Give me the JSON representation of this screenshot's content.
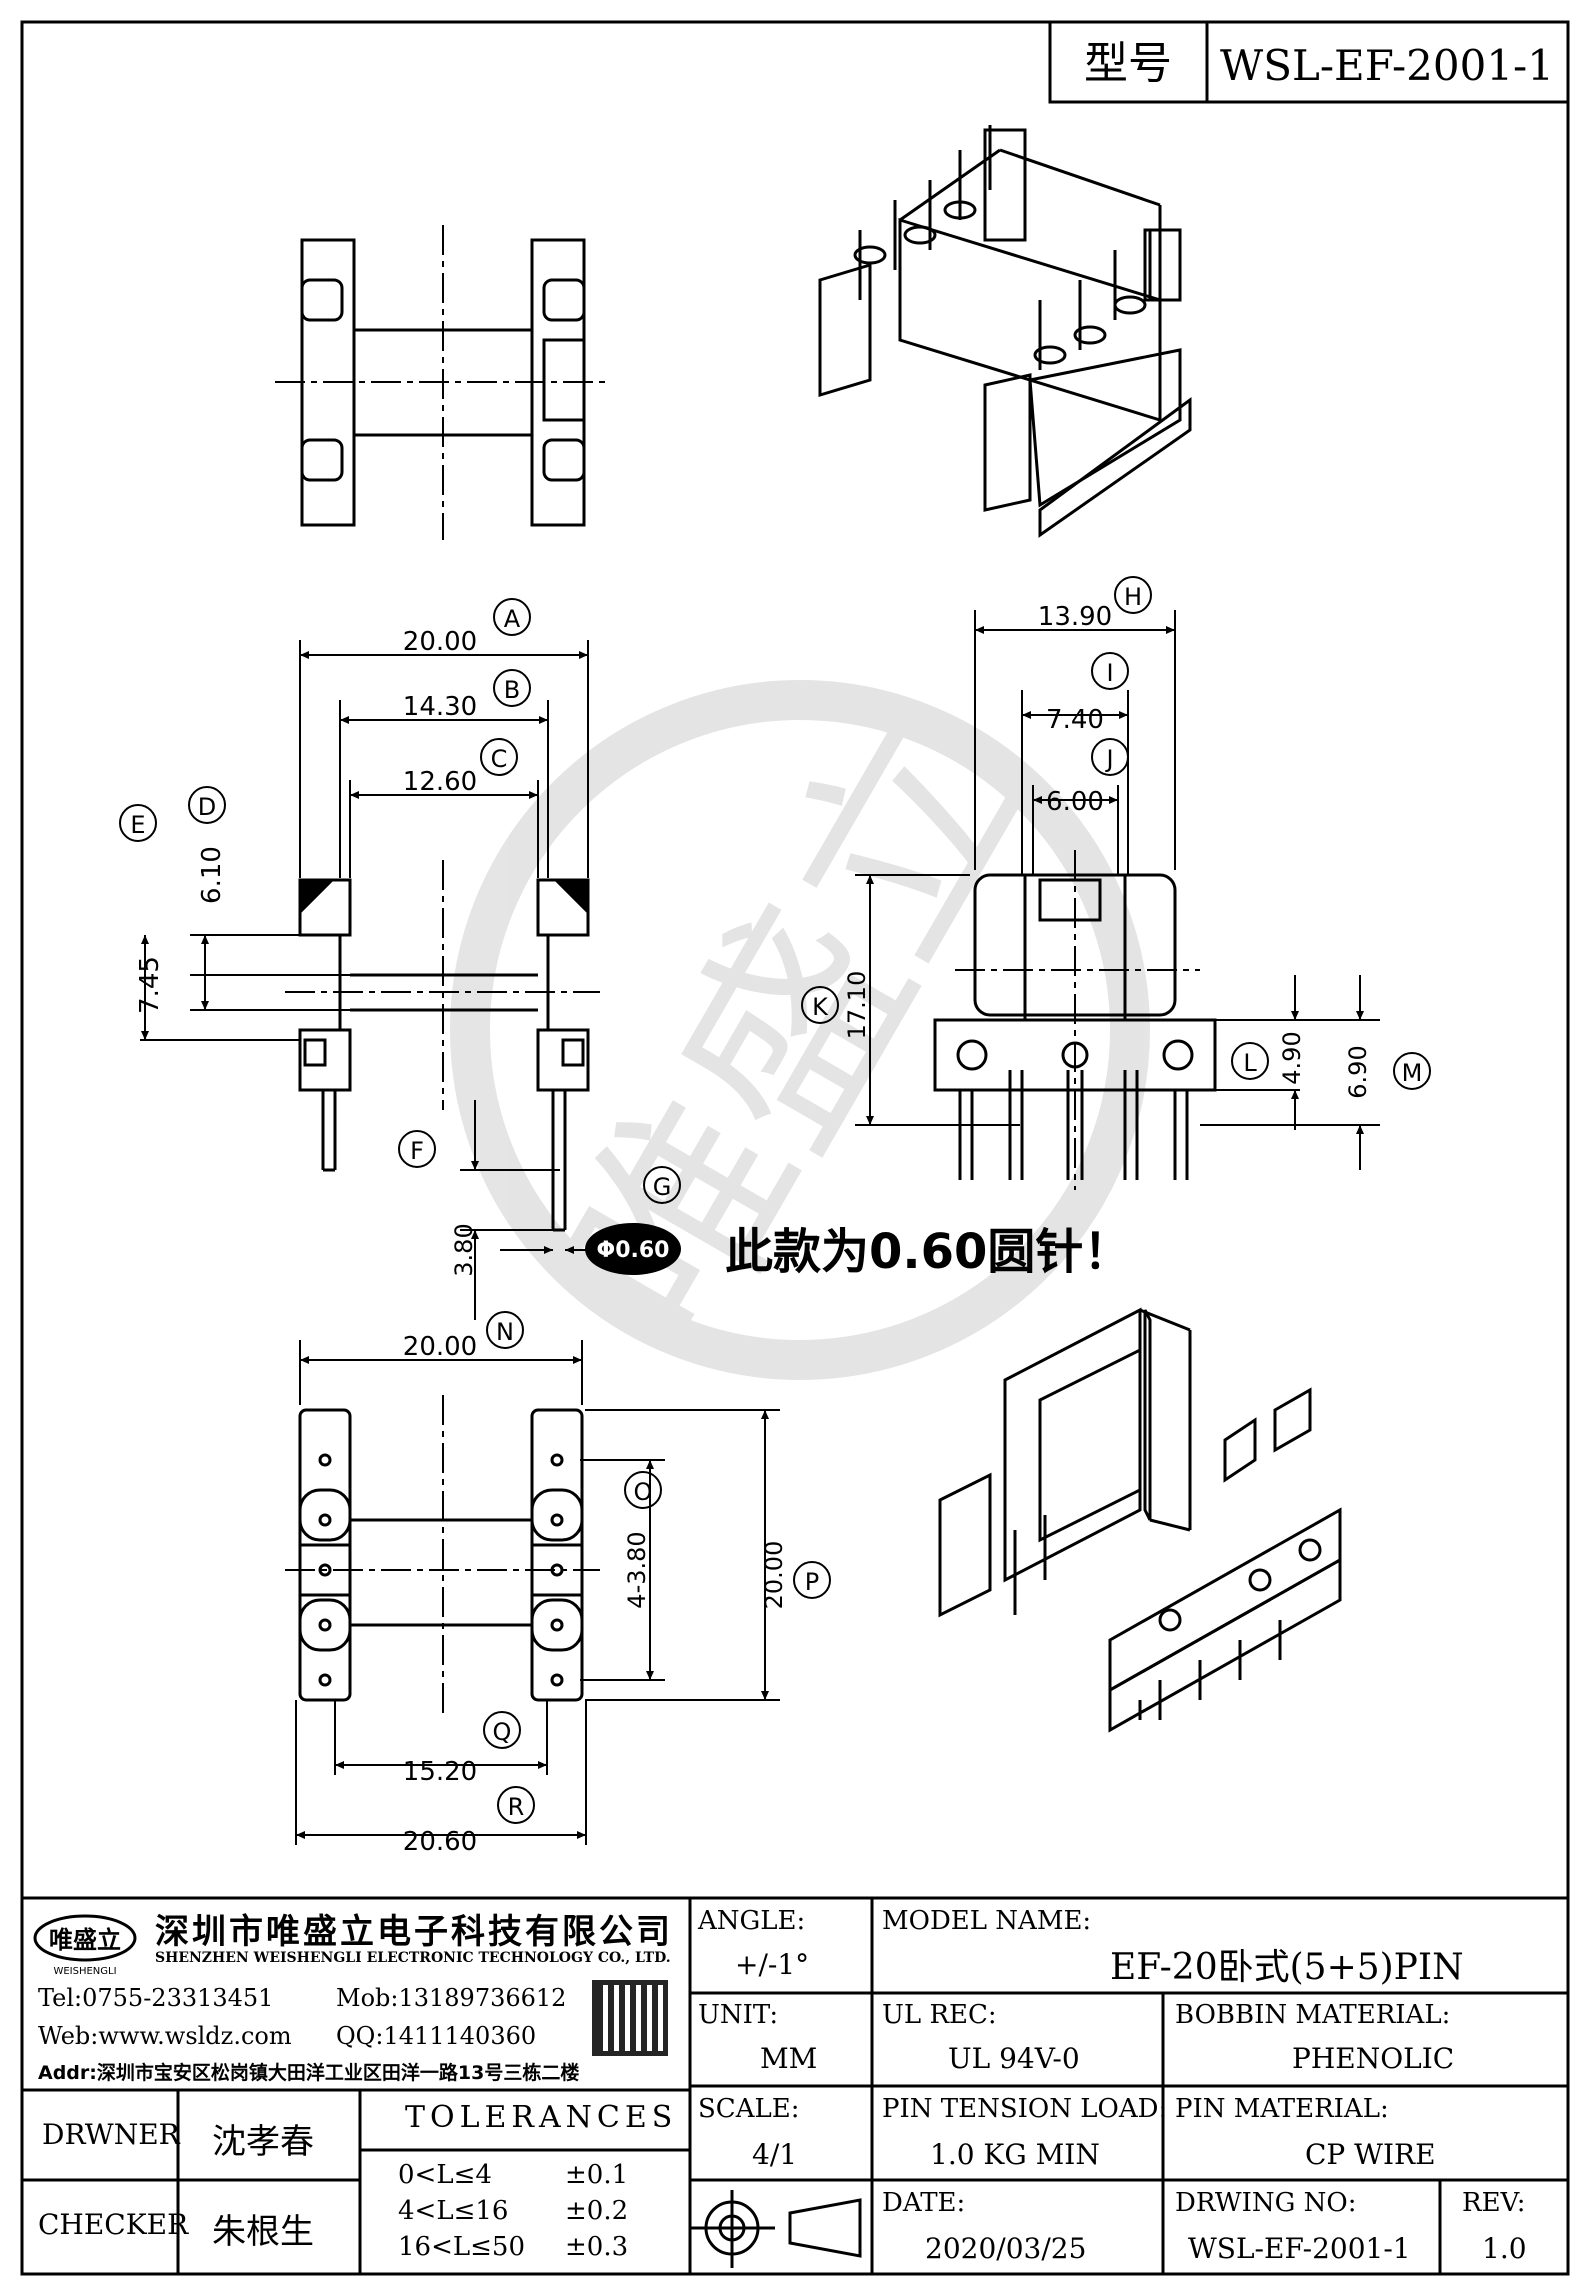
{
  "header": {
    "type_label": "型号",
    "part_no": "WSL-EF-2001-1"
  },
  "dims": {
    "A": {
      "tag": "A",
      "value": "20.00"
    },
    "B": {
      "tag": "B",
      "value": "14.30"
    },
    "C": {
      "tag": "C",
      "value": "12.60"
    },
    "D": {
      "tag": "D",
      "value": "6.10"
    },
    "E": {
      "tag": "E",
      "value": "7.45"
    },
    "F": {
      "tag": "F",
      "value": "3.80"
    },
    "G": {
      "tag": "G",
      "value": "Φ0.60"
    },
    "H": {
      "tag": "H",
      "value": "13.90"
    },
    "I": {
      "tag": "I",
      "value": "7.40"
    },
    "J": {
      "tag": "J",
      "value": "6.00"
    },
    "K": {
      "tag": "K",
      "value": "17.10"
    },
    "L": {
      "tag": "L",
      "value": "4.90"
    },
    "M": {
      "tag": "M",
      "value": "6.90"
    },
    "N": {
      "tag": "N",
      "value": "20.00"
    },
    "O": {
      "tag": "O",
      "value": "4-3.80"
    },
    "P": {
      "tag": "P",
      "value": "20.00"
    },
    "Q": {
      "tag": "Q",
      "value": "15.20"
    },
    "R": {
      "tag": "R",
      "value": "20.60"
    }
  },
  "note": "此款为0.60圆针！",
  "company": {
    "logo_text": "唯盛立",
    "logo_sub": "WEISHENGLI",
    "name_cn": "深圳市唯盛立电子科技有限公司",
    "name_en": "SHENZHEN WEISHENGLI ELECTRONIC TECHNOLOGY CO., LTD.",
    "tel": "Tel:0755-23313451",
    "mob": "Mob:13189736612",
    "web": "Web:www.wsldz.com",
    "qq": "QQ:1411140360",
    "addr": "Addr:深圳市宝安区松岗镇大田洋工业区田洋一路13号三栋二楼"
  },
  "title_block": {
    "angle_label": "ANGLE:",
    "angle_value": "+/-1°",
    "model_label": "MODEL NAME:",
    "model_value": "EF-20卧式(5+5)PIN",
    "unit_label": "UNIT:",
    "unit_value": "MM",
    "ul_label": "UL REC:",
    "ul_value": "UL 94V-0",
    "bobbin_label": "BOBBIN MATERIAL:",
    "bobbin_value": "PHENOLIC",
    "drawer_label": "DRWNER",
    "drawer_value": "沈孝春",
    "checker_label": "CHECKER",
    "checker_value": "朱根生",
    "tolerances_label": "TOLERANCES",
    "tolerances": [
      {
        "range": "0<L≤4",
        "tol": "±0.1"
      },
      {
        "range": "4<L≤16",
        "tol": "±0.2"
      },
      {
        "range": "16<L≤50",
        "tol": "±0.3"
      }
    ],
    "scale_label": "SCALE:",
    "scale_value": "4/1",
    "tension_label": "PIN TENSION LOAD:",
    "tension_value": "1.0 KG MIN",
    "pinmat_label": "PIN MATERIAL:",
    "pinmat_value": "CP WIRE",
    "date_label": "DATE:",
    "date_value": "2020/03/25",
    "dwgno_label": "DRWING NO:",
    "dwgno_value": "WSL-EF-2001-1",
    "rev_label": "REV:",
    "rev_value": "1.0"
  }
}
